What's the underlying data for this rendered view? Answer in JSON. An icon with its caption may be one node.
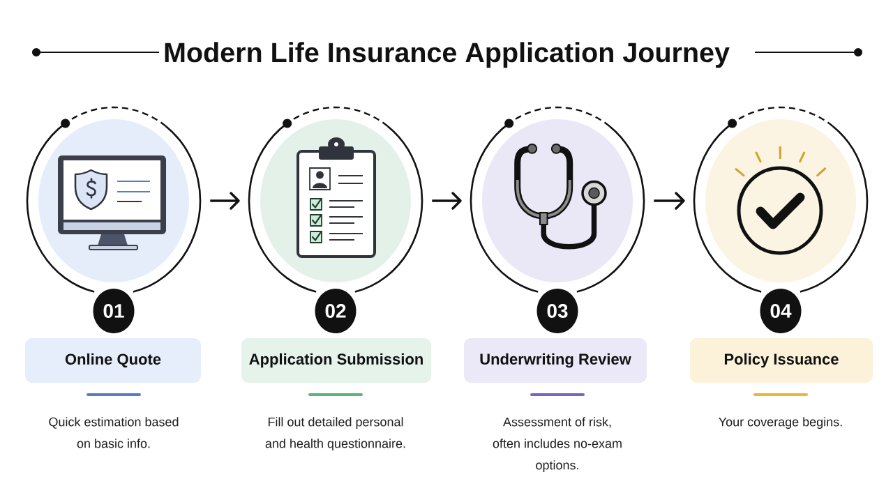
{
  "diagram": {
    "title": "Modern Life Insurance Application Journey",
    "nodes": [
      {
        "text": [],
        "shape": "circle"
      },
      {
        "text": [
          "01"
        ]
      },
      {
        "text": [
          "Online Quote"
        ],
        "beside": [
          "Quick estimation based on basic info."
        ]
      },
      {
        "text": [],
        "shape": "circle"
      },
      {
        "text": [
          "02"
        ]
      },
      {
        "text": [
          "Application Submission"
        ],
        "beside": [
          "Fill out detailed personal and health questionnaire."
        ]
      },
      {
        "text": [],
        "shape": "circle"
      },
      {
        "text": [
          "03"
        ]
      },
      {
        "text": [
          "Underwriting Review"
        ],
        "beside": [
          "Assessment of risk, often includes no-exam options."
        ]
      },
      {
        "text": [],
        "shape": "circle"
      },
      {
        "text": [
          "04"
        ]
      },
      {
        "text": [
          "Policy Issuance"
        ],
        "beside": [
          "Your coverage begins."
        ]
      }
    ],
    "edges": [
      {
        "from": 0,
        "to": 3,
        "arrow": "to"
      },
      {
        "from": 3,
        "to": 6,
        "arrow": "to"
      },
      {
        "from": 6,
        "to": 9,
        "arrow": "to"
      }
    ]
  }
}
